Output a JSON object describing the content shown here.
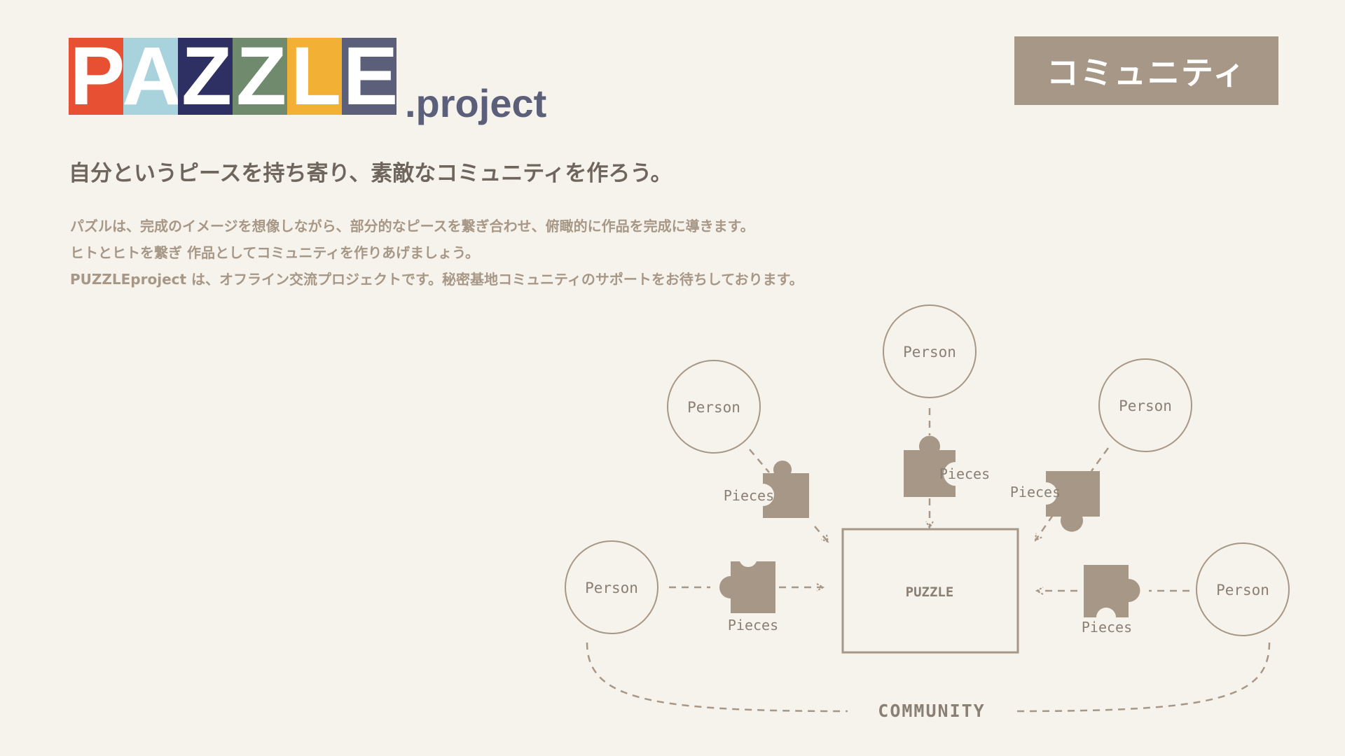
{
  "logo": {
    "letters": [
      "P",
      "A",
      "Z",
      "Z",
      "L",
      "E"
    ],
    "cell_colors": [
      "#e85034",
      "#a8d3dc",
      "#2e2f63",
      "#6f8a6d",
      "#f2b134",
      "#5b5f7a"
    ],
    "suffix": ".project"
  },
  "badge": {
    "label": "コミュニティ"
  },
  "headline": "自分というピースを持ち寄り、素敵なコミュニティを作ろう。",
  "description": [
    "パズルは、完成のイメージを想像しながら、部分的なピースを繋ぎ合わせ、俯瞰的に作品を完成に導きます。",
    "ヒトとヒトを繋ぎ 作品としてコミュニティを作りあげましょう。",
    "PUZZLEproject は、オフライン交流プロジェクトです。秘密基地コミュニティのサポートをお待ちしております。"
  ],
  "diagram": {
    "person_label": "Person",
    "pieces_label": "Pieces",
    "center_label": "PUZZLE",
    "community_label": "COMMUNITY",
    "colors": {
      "stroke": "#a79786",
      "piece": "#a79786",
      "text": "#8a7f74"
    }
  }
}
